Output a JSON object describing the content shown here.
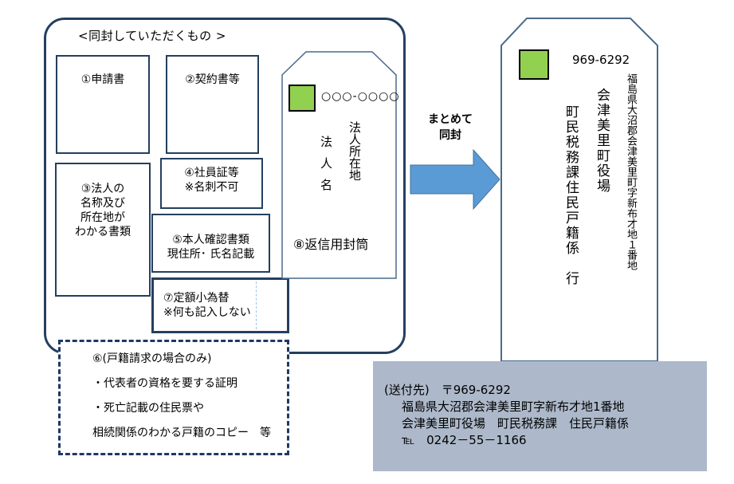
{
  "enclosures": {
    "title": "<同封していただくもの >",
    "item1": "①申請書",
    "item2": "②契約書等",
    "item3_lines": [
      "③法人の",
      "名称及び",
      "所在地が",
      "わかる書類"
    ],
    "item4_lines": [
      "④社員証等",
      "※名刺不可"
    ],
    "item5_lines": [
      "⑤本人確認書類",
      "現住所･ 氏名記載"
    ],
    "item7_lines": [
      "⑦定額小為替",
      "※何も記入しない"
    ],
    "item6_lines": [
      "⑥(戸籍請求の場合のみ)",
      "・代表者の資格を要する証明",
      "・死亡記載の住民票や",
      "相続関係のわかる戸籍のコピー　等"
    ]
  },
  "return_envelope": {
    "postal_code": "○○○-○○○○",
    "address_label": "法人所在地",
    "name_label": "法人名",
    "caption": "⑧返信用封筒"
  },
  "arrow": {
    "label_lines": [
      "まとめて",
      "同封"
    ],
    "color": "#5b9bd5"
  },
  "destination_envelope": {
    "postal_code": "969-6292",
    "address": "福島県大沼郡会津美里町字新布才地１番地",
    "office": "会津美里町役場",
    "department": "町民税務課住民戸籍係　行"
  },
  "send_to": {
    "line1": "(送付先)　〒969-6292",
    "line2": "福島県大沼郡会津美里町字新布才地1番地",
    "line3": "会津美里町役場　町民税務課　住民戸籍係",
    "line4": "℡　0242－55－1166"
  },
  "colors": {
    "border": "#243f60",
    "stamp": "#92d050",
    "send_to_bg": "#adb9ca"
  }
}
